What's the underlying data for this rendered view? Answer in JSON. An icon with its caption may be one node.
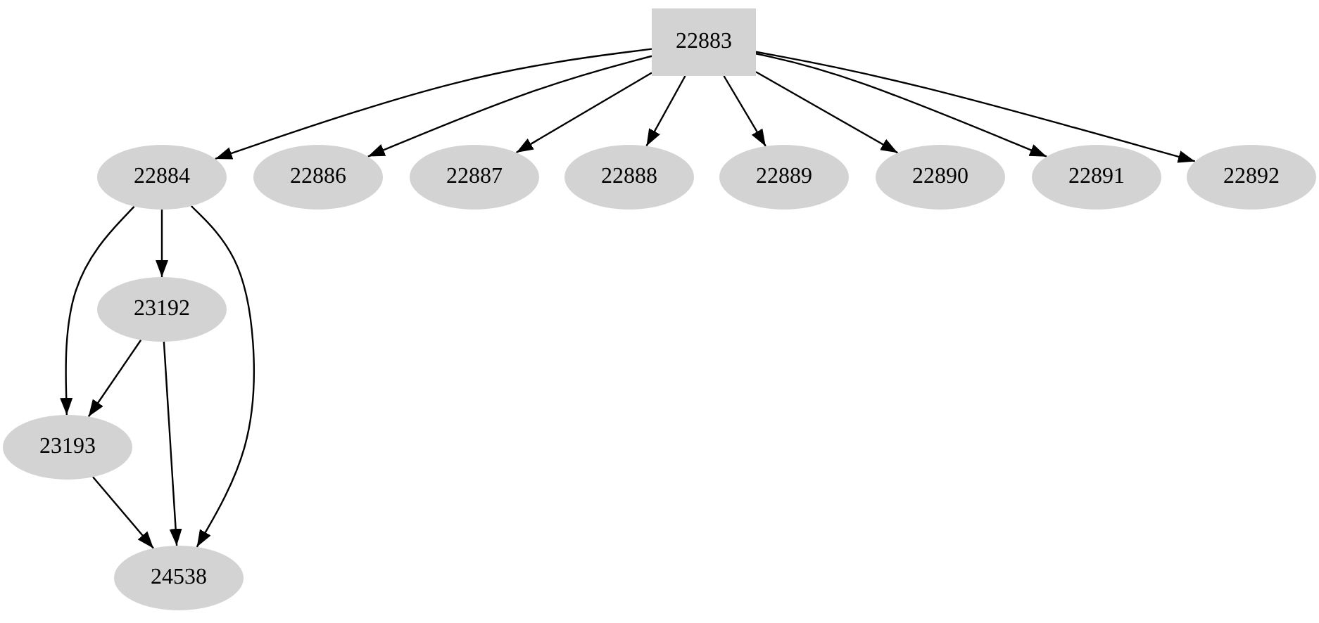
{
  "diagram": {
    "nodes": [
      {
        "text": [
          "22883"
        ]
      },
      {
        "text": [
          "22884"
        ]
      },
      {
        "text": [
          "22886"
        ]
      },
      {
        "text": [
          "22887"
        ]
      },
      {
        "text": [
          "22888"
        ]
      },
      {
        "text": [
          "22889"
        ]
      },
      {
        "text": [
          "22890"
        ]
      },
      {
        "text": [
          "22891"
        ]
      },
      {
        "text": [
          "22892"
        ]
      },
      {
        "text": [
          "23192"
        ]
      },
      {
        "text": [
          "23193"
        ]
      },
      {
        "text": [
          "24538"
        ]
      }
    ],
    "edges": [
      {
        "from": 0,
        "to": 1,
        "arrow": "to"
      },
      {
        "from": 0,
        "to": 2,
        "arrow": "to"
      },
      {
        "from": 0,
        "to": 3,
        "arrow": "to"
      },
      {
        "from": 0,
        "to": 4,
        "arrow": "to"
      },
      {
        "from": 0,
        "to": 5,
        "arrow": "to"
      },
      {
        "from": 0,
        "to": 6,
        "arrow": "to"
      },
      {
        "from": 0,
        "to": 7,
        "arrow": "to"
      },
      {
        "from": 0,
        "to": 8,
        "arrow": "to"
      },
      {
        "from": 1,
        "to": 9,
        "arrow": "to"
      },
      {
        "from": 1,
        "to": 10,
        "arrow": "to"
      },
      {
        "from": 1,
        "to": 11,
        "arrow": "to"
      },
      {
        "from": 9,
        "to": 10,
        "arrow": "to"
      },
      {
        "from": 9,
        "to": 11,
        "arrow": "to"
      },
      {
        "from": 10,
        "to": 11,
        "arrow": "to"
      }
    ]
  }
}
